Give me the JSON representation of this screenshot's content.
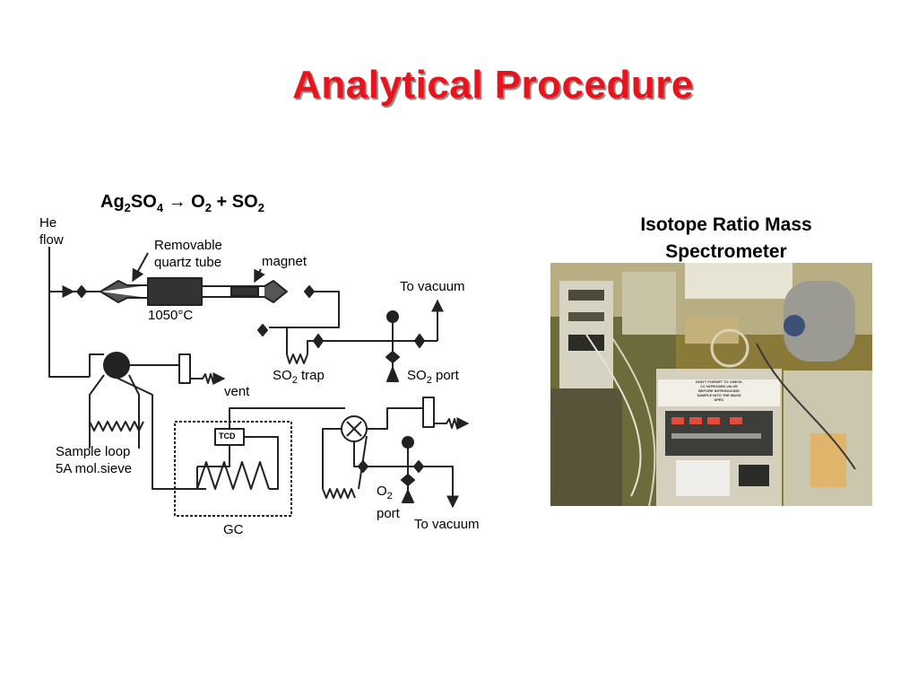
{
  "title": "Analytical Procedure",
  "reaction": {
    "reactant": "Ag",
    "reactant_sub1": "2",
    "reactant_mid": "SO",
    "reactant_sub2": "4",
    "arrow": "→",
    "p1": "O",
    "p1_sub": "2",
    "plus": "+",
    "p2": "SO",
    "p2_sub": "2"
  },
  "diagram_labels": {
    "he_flow": "He\nflow",
    "quartz_tube": "Removable\nquartz tube",
    "magnet": "magnet",
    "temp": "1050°C",
    "to_vacuum_top": "To vacuum",
    "so2_trap": "SO",
    "so2_trap_sub": "2",
    "so2_trap_suffix": " trap",
    "so2_port": "SO",
    "so2_port_sub": "2",
    "so2_port_suffix": " port",
    "vent": "vent",
    "sample_loop": "Sample loop\n5A mol.sieve",
    "tcd": "TCD",
    "o2_port": "O",
    "o2_port_sub": "2",
    "o2_port_suffix": "port",
    "to_vacuum_bottom": "To vacuum",
    "gc": "GC"
  },
  "ms": {
    "title": "Isotope Ratio Mass Spectrometer",
    "sign_text": "DON'T FORGET TO CHECK CC NITROGEN VALVE BEFORE INTRODUCING SAMPLE INTO THE MASS SPEC"
  }
}
